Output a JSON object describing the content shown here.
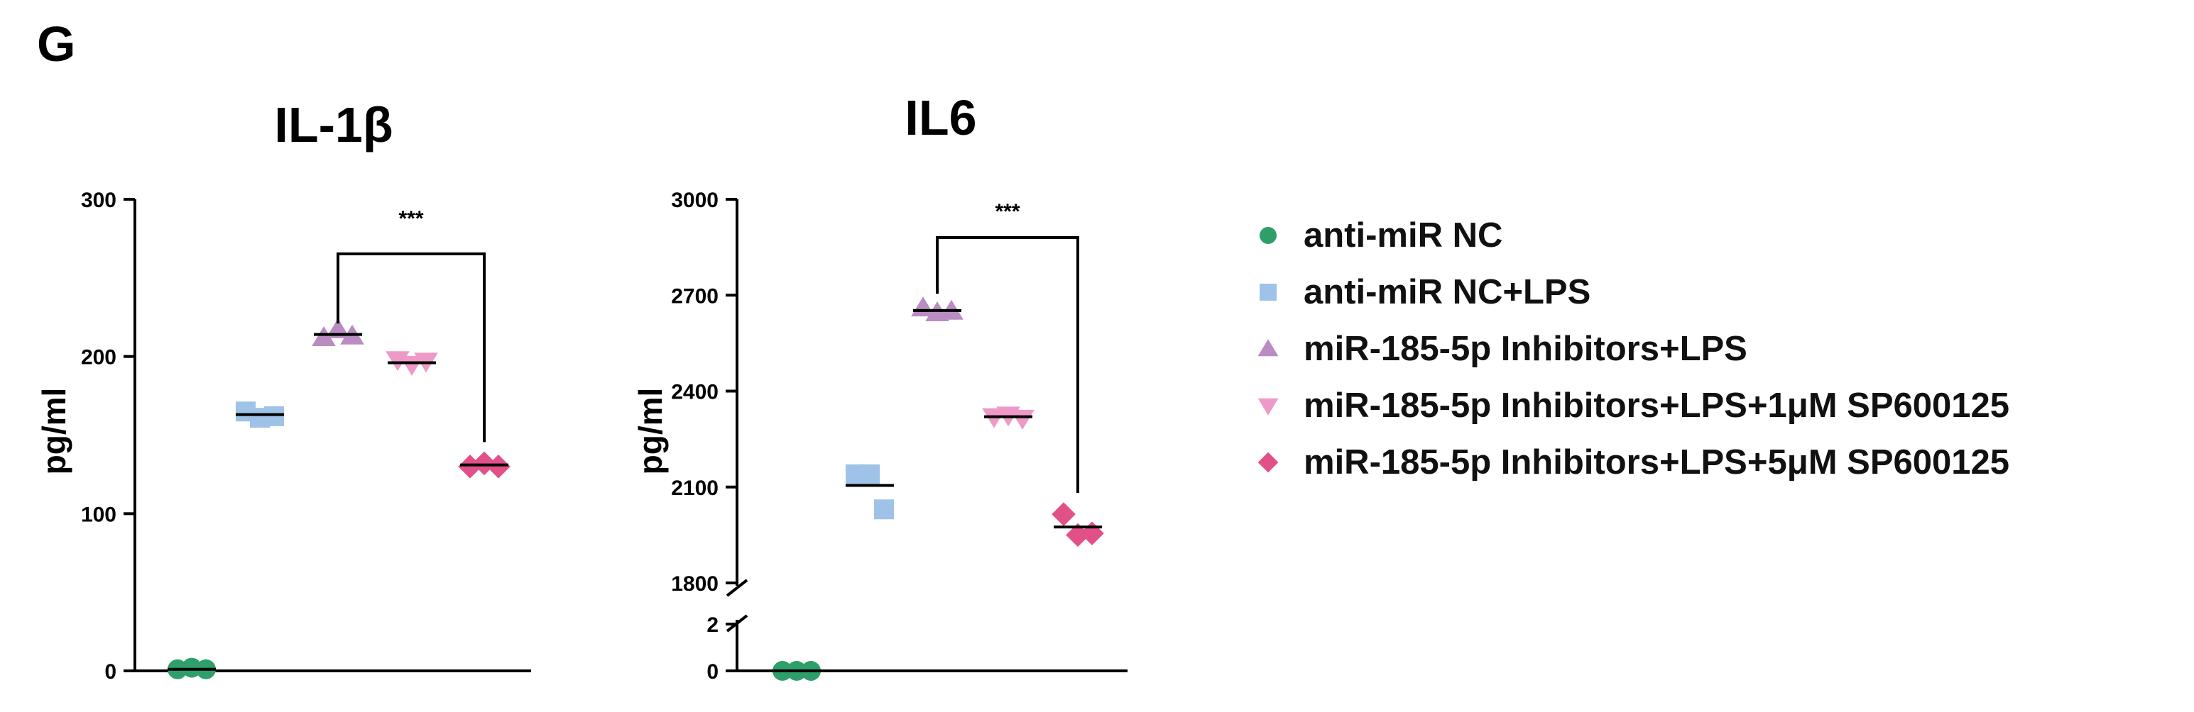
{
  "panel_label": "G",
  "marker_colors": {
    "anti-miR NC": "#2e9e6b",
    "anti-miR NC+LPS": "#9fc3e8",
    "miR-185-5p Inhibitors+LPS": "#b98cc2",
    "miR-185-5p Inhibitors+LPS+1μM SP600125": "#ee9ac8",
    "miR-185-5p Inhibitors+LPS+5μM SP600125": "#e2508a"
  },
  "marker_shapes": {
    "anti-miR NC": "circle",
    "anti-miR NC+LPS": "square",
    "miR-185-5p Inhibitors+LPS": "triangle-up",
    "miR-185-5p Inhibitors+LPS+1μM SP600125": "triangle-down",
    "miR-185-5p Inhibitors+LPS+5μM SP600125": "diamond"
  },
  "legend": [
    {
      "label": "anti-miR NC"
    },
    {
      "label": "anti-miR NC+LPS"
    },
    {
      "label": "miR-185-5p Inhibitors+LPS"
    },
    {
      "label": "miR-185-5p Inhibitors+LPS+1μM SP600125"
    },
    {
      "label": "miR-185-5p Inhibitors+LPS+5μM SP600125"
    }
  ],
  "chart_data": [
    {
      "type": "scatter",
      "title": "IL-1β",
      "ylabel": "pg/ml",
      "xlabel": "",
      "ylim": [
        0,
        300
      ],
      "yticks": [
        "0",
        "100",
        "200",
        "300"
      ],
      "grid": false,
      "significance": {
        "from": "miR-185-5p Inhibitors+LPS",
        "to": "miR-185-5p Inhibitors+LPS+5μM SP600125",
        "label": "***"
      },
      "series": [
        {
          "name": "anti-miR NC",
          "points": [
            1,
            2,
            1
          ],
          "mean": 1
        },
        {
          "name": "anti-miR NC+LPS",
          "points": [
            165,
            161,
            162
          ],
          "mean": 163
        },
        {
          "name": "miR-185-5p Inhibitors+LPS",
          "points": [
            212,
            217,
            213
          ],
          "mean": 214
        },
        {
          "name": "miR-185-5p Inhibitors+LPS+1μM SP600125",
          "points": [
            198,
            195,
            197
          ],
          "mean": 196
        },
        {
          "name": "miR-185-5p Inhibitors+LPS+5μM SP600125",
          "points": [
            130,
            132,
            130
          ],
          "mean": 131
        }
      ]
    },
    {
      "type": "scatter",
      "title": "IL6",
      "ylabel": "pg/ml",
      "xlabel": "",
      "ylim": [
        0,
        3000
      ],
      "axis_break": {
        "lower": [
          0,
          2
        ],
        "upper": [
          1800,
          3000
        ]
      },
      "yticks": [
        "0",
        "2",
        "1800",
        "2100",
        "2400",
        "2700",
        "3000"
      ],
      "grid": false,
      "significance": {
        "from": "miR-185-5p Inhibitors+LPS",
        "to": "miR-185-5p Inhibitors+LPS+5μM SP600125",
        "label": "***"
      },
      "series": [
        {
          "name": "anti-miR NC",
          "points": [
            0,
            0,
            0
          ],
          "mean": 0
        },
        {
          "name": "anti-miR NC+LPS",
          "points": [
            2140,
            2140,
            2030
          ],
          "mean": 2105
        },
        {
          "name": "miR-185-5p Inhibitors+LPS",
          "points": [
            2660,
            2645,
            2650
          ],
          "mean": 2652
        },
        {
          "name": "miR-185-5p Inhibitors+LPS+1μM SP600125",
          "points": [
            2320,
            2325,
            2315
          ],
          "mean": 2320
        },
        {
          "name": "miR-185-5p Inhibitors+LPS+5μM SP600125",
          "points": [
            2015,
            1950,
            1955
          ],
          "mean": 1975
        }
      ]
    }
  ]
}
